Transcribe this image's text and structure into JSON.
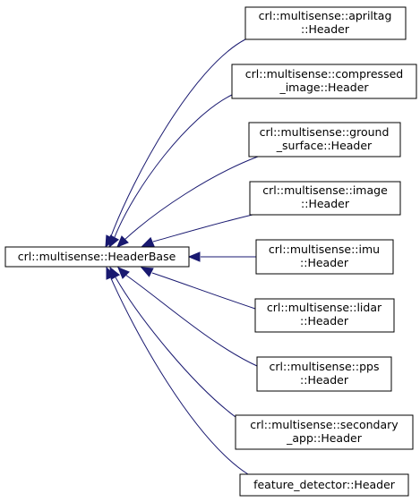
{
  "diagram": {
    "base": {
      "lines": [
        "crl::multisense::HeaderBase"
      ]
    },
    "derived": [
      {
        "lines": [
          "crl::multisense::apriltag",
          "::Header"
        ]
      },
      {
        "lines": [
          "crl::multisense::compressed",
          "_image::Header"
        ]
      },
      {
        "lines": [
          "crl::multisense::ground",
          "_surface::Header"
        ]
      },
      {
        "lines": [
          "crl::multisense::image",
          "::Header"
        ]
      },
      {
        "lines": [
          "crl::multisense::imu",
          "::Header"
        ]
      },
      {
        "lines": [
          "crl::multisense::lidar",
          "::Header"
        ]
      },
      {
        "lines": [
          "crl::multisense::pps",
          "::Header"
        ]
      },
      {
        "lines": [
          "crl::multisense::secondary",
          "_app::Header"
        ]
      },
      {
        "lines": [
          "feature_detector::Header"
        ]
      }
    ],
    "colors": {
      "edge": "#191970",
      "box_border": "#000000",
      "box_fill": "#ffffff",
      "text": "#000000"
    }
  }
}
